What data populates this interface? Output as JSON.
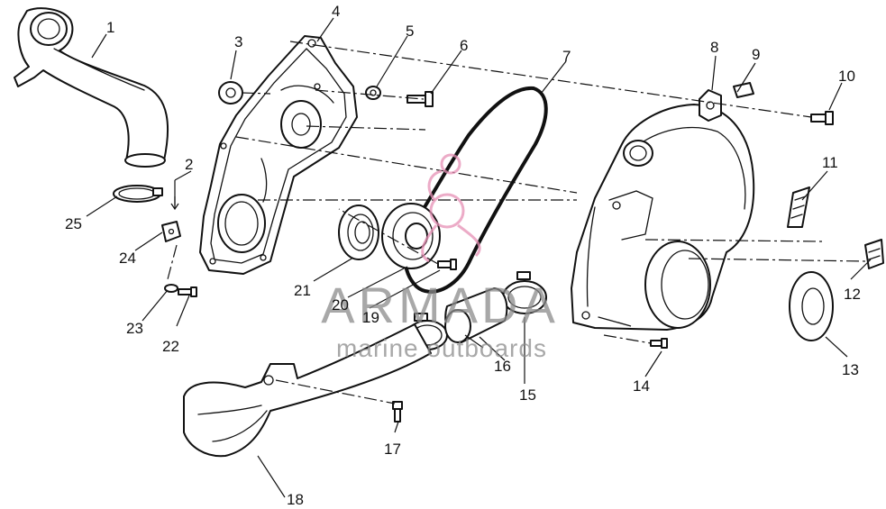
{
  "watermark": {
    "brand": "ARMADA",
    "tagline": "marine outboards",
    "color": "#8b8b8b",
    "logo_color": "#e58fb4"
  },
  "callouts": [
    "1",
    "2",
    "3",
    "4",
    "5",
    "6",
    "7",
    "8",
    "9",
    "10",
    "11",
    "12",
    "13",
    "14",
    "15",
    "16",
    "17",
    "18",
    "19",
    "20",
    "21",
    "22",
    "23",
    "24",
    "25"
  ]
}
